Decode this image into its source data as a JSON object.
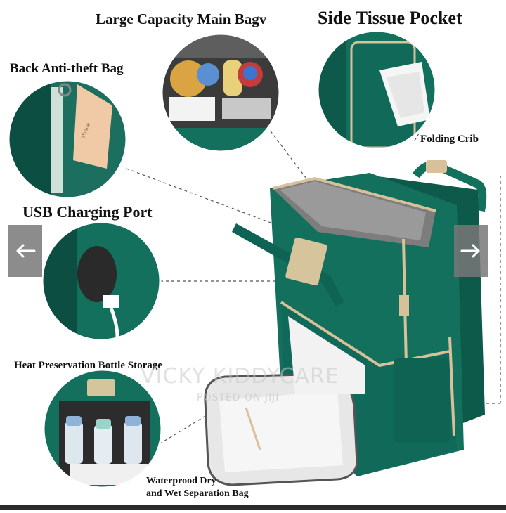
{
  "labels": {
    "main_bag": "Large Capacity Main Bagv",
    "side_pocket": "Side Tissue Pocket",
    "back_bag": "Back Anti-theft Bag",
    "folding_crib": "Folding Crib",
    "usb_port": "USB Charging Port",
    "heat_storage": "Heat Preservation Bottle Storage",
    "wet_bag_line1": "Waterprood Dry",
    "wet_bag_line2": "and Wet Separation Bag"
  },
  "watermark": {
    "brand": "VICKY KIDDYCARE",
    "posted": "POSTED ON JIJI"
  },
  "phone_text": "iPhone",
  "nav": {
    "prev_icon": "arrow-left-icon",
    "next_icon": "arrow-right-icon"
  },
  "colors": {
    "bag_green": "#13705d",
    "bag_dark": "#0b4f41",
    "trim_beige": "#d8c09a",
    "nav_bg": "#787878"
  }
}
